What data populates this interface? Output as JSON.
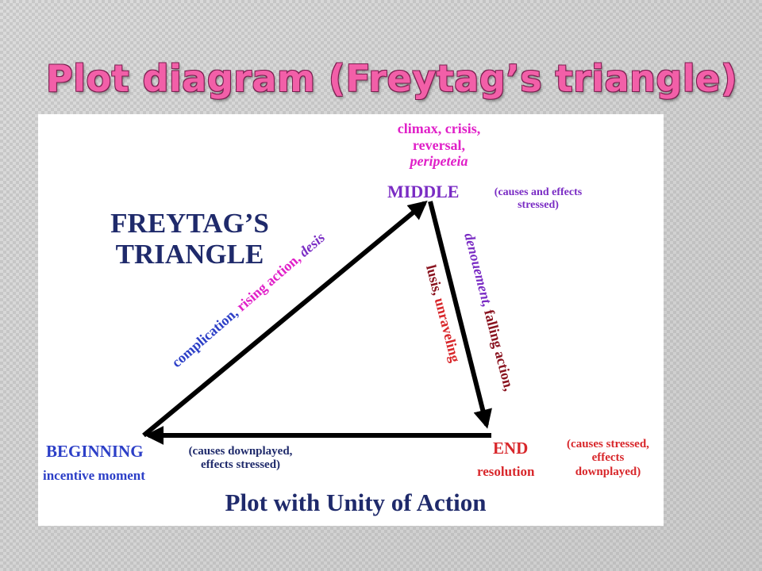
{
  "slide": {
    "title": "Plot diagram (Freytag’s triangle)"
  },
  "diagram": {
    "heading_line1": "FREYTAG’S",
    "heading_line2": "TRIANGLE",
    "climax_line1": "climax, crisis,",
    "climax_line2": "reversal,",
    "climax_line3": "peripeteia",
    "middle_label": "MIDDLE",
    "middle_note_line1": "(causes and effects",
    "middle_note_line2": "stressed)",
    "rising_part1": "complication,",
    "rising_part2": "rising action,",
    "rising_part3": "desis",
    "falling_outer_part1": "denouement,",
    "falling_outer_part2": "falling action,",
    "falling_inner_part1": "lusis,",
    "falling_inner_part2": "unraveling",
    "beginning_label": "BEGINNING",
    "beginning_sub": "incentive moment",
    "bottom_note_line1": "(causes downplayed,",
    "bottom_note_line2": "effects stressed)",
    "end_label": "END",
    "end_sub": "resolution",
    "end_note_line1": "(causes stressed,",
    "end_note_line2": "effects",
    "end_note_line3": "downplayed)",
    "footer": "Plot with Unity of Action",
    "colors": {
      "title_pink": "#f25fa8",
      "navy": "#1f2a6b",
      "magenta": "#e020c8",
      "purple": "#7a2cc4",
      "red": "#d8272b",
      "dark_red": "#8a1420",
      "blue": "#2c3fc7",
      "arrow": "#000000"
    },
    "icons": [
      "arrow-rising-icon",
      "arrow-falling-icon",
      "arrow-resolution-icon"
    ]
  }
}
